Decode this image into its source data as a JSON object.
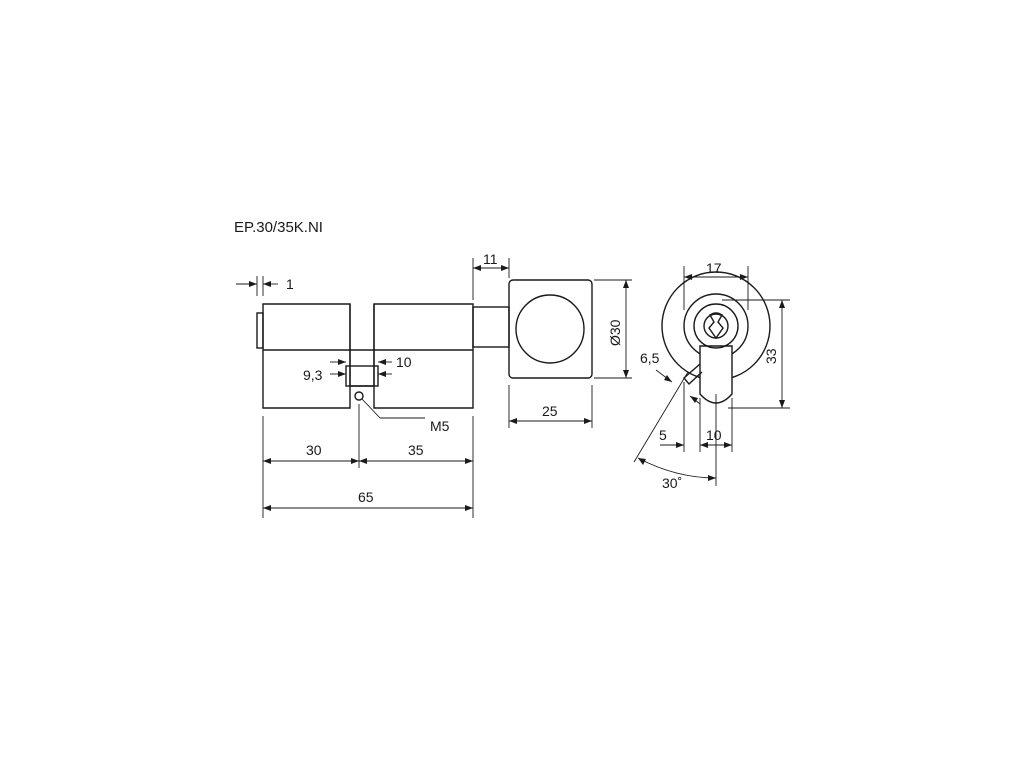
{
  "title": "EP.30/35K.NI",
  "dimensions": {
    "d1": "1",
    "d11": "11",
    "d_diam30": "Ø30",
    "d9_3": "9,3",
    "d10_slot": "10",
    "m5": "M5",
    "d25": "25",
    "d30": "30",
    "d35": "35",
    "d65": "65",
    "d17": "17",
    "d6_5": "6,5",
    "d33": "33",
    "d5": "5",
    "d10_profile": "10",
    "angle30": "30˚"
  }
}
